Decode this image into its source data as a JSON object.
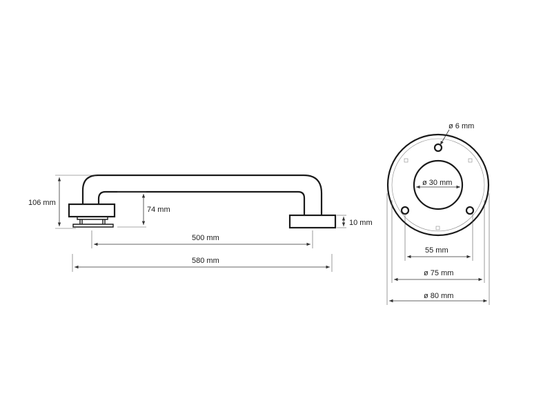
{
  "side_view": {
    "height_total": "106 mm",
    "height_inner": "74 mm",
    "flange_thickness": "10 mm",
    "length_centers": "500 mm",
    "length_total": "580 mm"
  },
  "front_view": {
    "hole_diameter": "ø 6 mm",
    "inner_diameter": "ø 30 mm",
    "hole_spacing": "55 mm",
    "mid_diameter": "ø 75 mm",
    "outer_diameter": "ø 80 mm"
  }
}
